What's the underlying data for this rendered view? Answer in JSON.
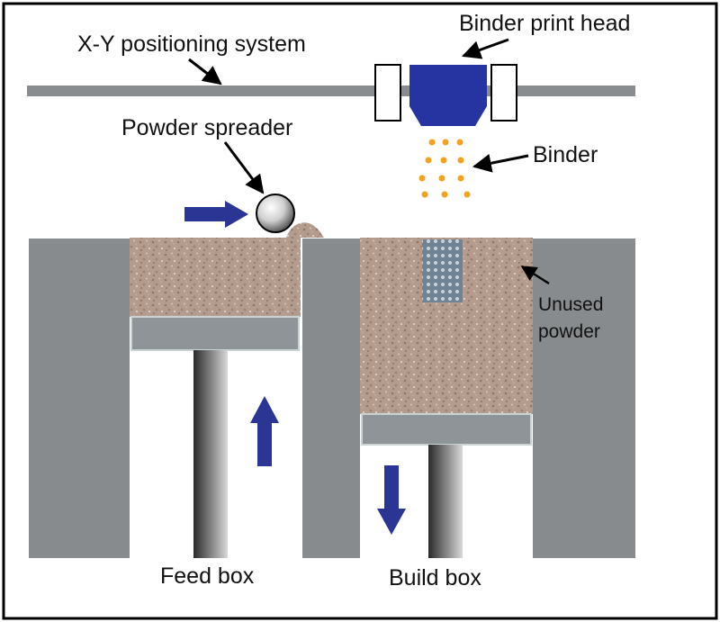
{
  "diagram": {
    "labels": {
      "xy_system": "X-Y positioning system",
      "print_head": "Binder print head",
      "spreader": "Powder spreader",
      "binder": "Binder",
      "unused_line1": "Unused",
      "unused_line2": "powder",
      "feed_box": "Feed box",
      "build_box": "Build box"
    },
    "colors": {
      "frame": "#000000",
      "rail": "#8a8d8f",
      "wall": "#878b8d",
      "platform": "#8e9497",
      "powder": "#b39c8d",
      "print_head": "#2534a0",
      "binder_drops": "#f2a21e",
      "arrows": "#2b3594",
      "printed_part": "#6f8394"
    },
    "motion": {
      "feed_piston": "up",
      "build_piston": "down",
      "spreader": "right"
    }
  }
}
